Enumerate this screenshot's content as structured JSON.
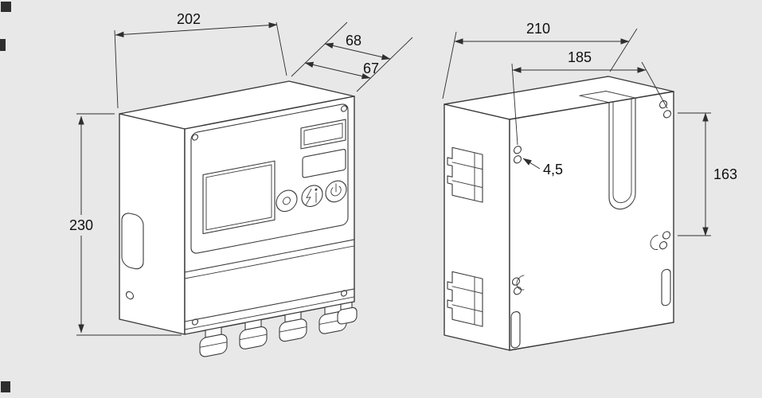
{
  "page": {
    "background": "#e8e8e8",
    "line_color": "#3a3a3a",
    "face_fill": "#ffffff"
  },
  "views": {
    "front": {
      "dims": {
        "width": "202",
        "depth_total": "68",
        "depth_housing": "67",
        "height": "230"
      }
    },
    "rear": {
      "dims": {
        "width": "210",
        "hole_spacing_horizontal": "185",
        "hole_diameter": "4,5",
        "hole_spacing_vertical": "163"
      }
    }
  }
}
